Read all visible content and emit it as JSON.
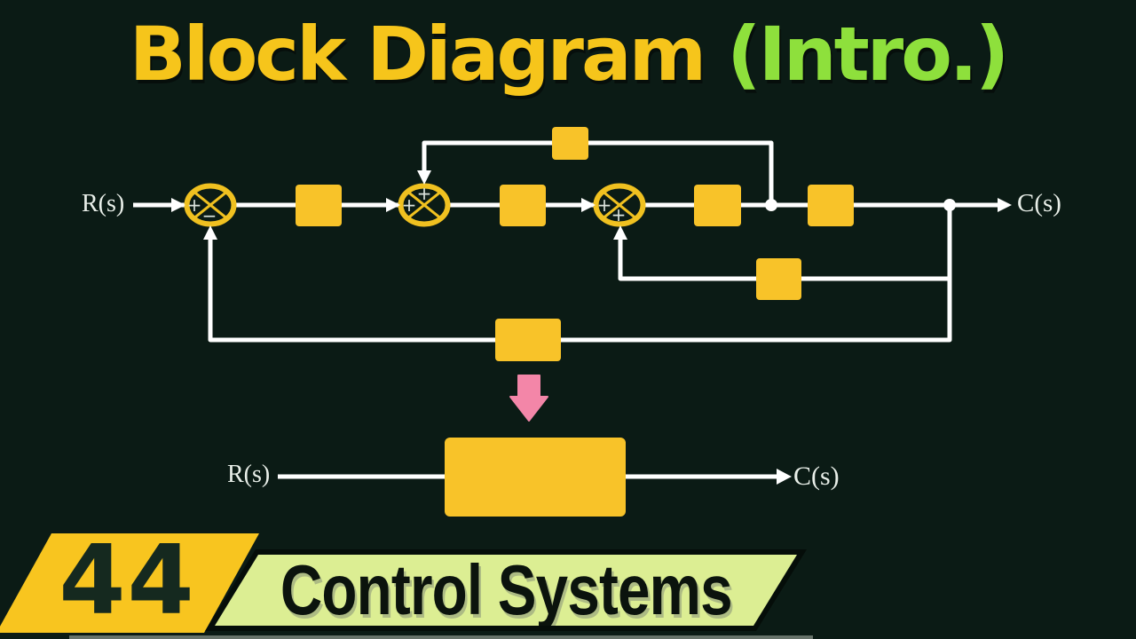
{
  "title": {
    "main": "Block Diagram",
    "intro": "(Intro.)"
  },
  "diagram": {
    "input_label": "R(s)",
    "output_label": "C(s)",
    "junctions": [
      {
        "id": "summing-junction-1",
        "signs": [
          {
            "pos": "left",
            "label": "+"
          },
          {
            "pos": "bottom",
            "label": "−"
          }
        ]
      },
      {
        "id": "summing-junction-2",
        "signs": [
          {
            "pos": "left",
            "label": "+"
          },
          {
            "pos": "top",
            "label": "+"
          }
        ]
      },
      {
        "id": "summing-junction-3",
        "signs": [
          {
            "pos": "left",
            "label": "+"
          },
          {
            "pos": "bottom",
            "label": "+"
          }
        ]
      }
    ],
    "blocks": [
      "forward-block-1",
      "forward-block-2",
      "forward-block-3",
      "forward-block-4",
      "top-feedback-block",
      "inner-feedback-block",
      "outer-feedback-block"
    ],
    "takeoff_points": 2
  },
  "simplified": {
    "input_label": "R(s)",
    "output_label": "C(s)",
    "block": "equivalent-block"
  },
  "badge": {
    "number": "44"
  },
  "banner": {
    "label": "Control Systems"
  },
  "colors": {
    "background": "#0b1b15",
    "block_yellow": "#f8c329",
    "title_yellow": "#f6c51b",
    "title_green": "#8ee03c",
    "banner_green": "#dcee93",
    "badge_yellow": "#f8c51f",
    "wire_white": "#ffffff",
    "arrow_pink": "#f386a8"
  }
}
